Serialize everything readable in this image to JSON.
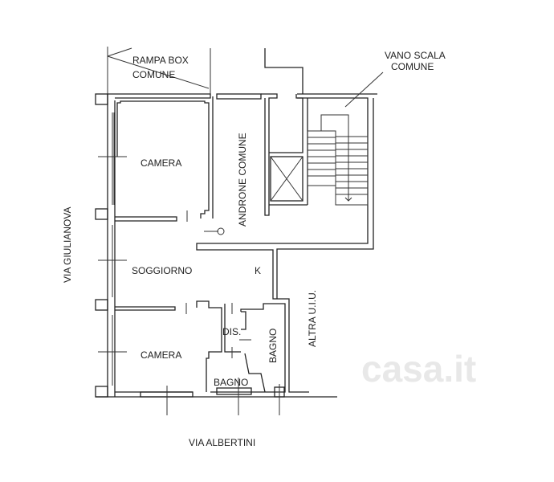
{
  "labels": {
    "rampa_box": "RAMPA BOX",
    "rampa_comune": "COMUNE",
    "vano_scala": "VANO SCALA",
    "vano_comune": "COMUNE",
    "androne": "ANDRONE COMUNE",
    "camera_top": "CAMERA",
    "soggiorno": "SOGGIORNO",
    "k": "K",
    "camera_bottom": "CAMERA",
    "dis": "DIS.",
    "bagno_right": "BAGNO",
    "bagno_bottom": "BAGNO",
    "altra_uiu": "ALTRA U.I.U.",
    "via_giulianova": "VIA GIULIANOVA",
    "via_albertini": "VIA ALBERTINI"
  },
  "watermark": "casa.it"
}
